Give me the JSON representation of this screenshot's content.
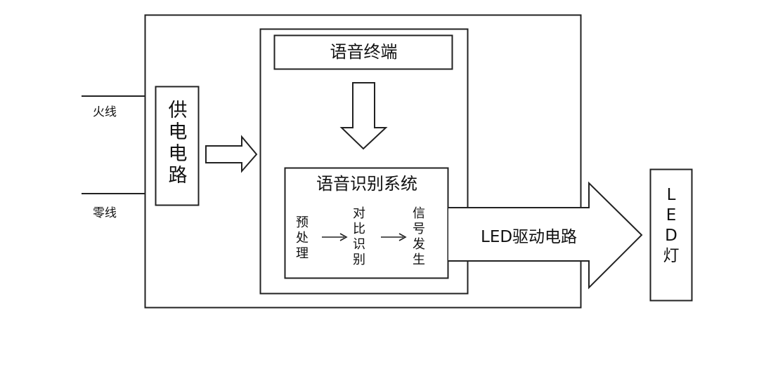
{
  "diagram": {
    "inputs": {
      "live_wire": "火线",
      "neutral_wire": "零线"
    },
    "power_supply": [
      "供",
      "电",
      "电",
      "路"
    ],
    "voice_terminal": "语音终端",
    "recognition_system": {
      "title": "语音识别系统",
      "steps": [
        [
          "预",
          "处",
          "理"
        ],
        [
          "对",
          "比",
          "识",
          "别"
        ],
        [
          "信",
          "号",
          "发",
          "生"
        ]
      ]
    },
    "driver_circuit": "LED驱动电路",
    "led_lamp": [
      "L",
      "E",
      "D",
      "灯"
    ]
  }
}
